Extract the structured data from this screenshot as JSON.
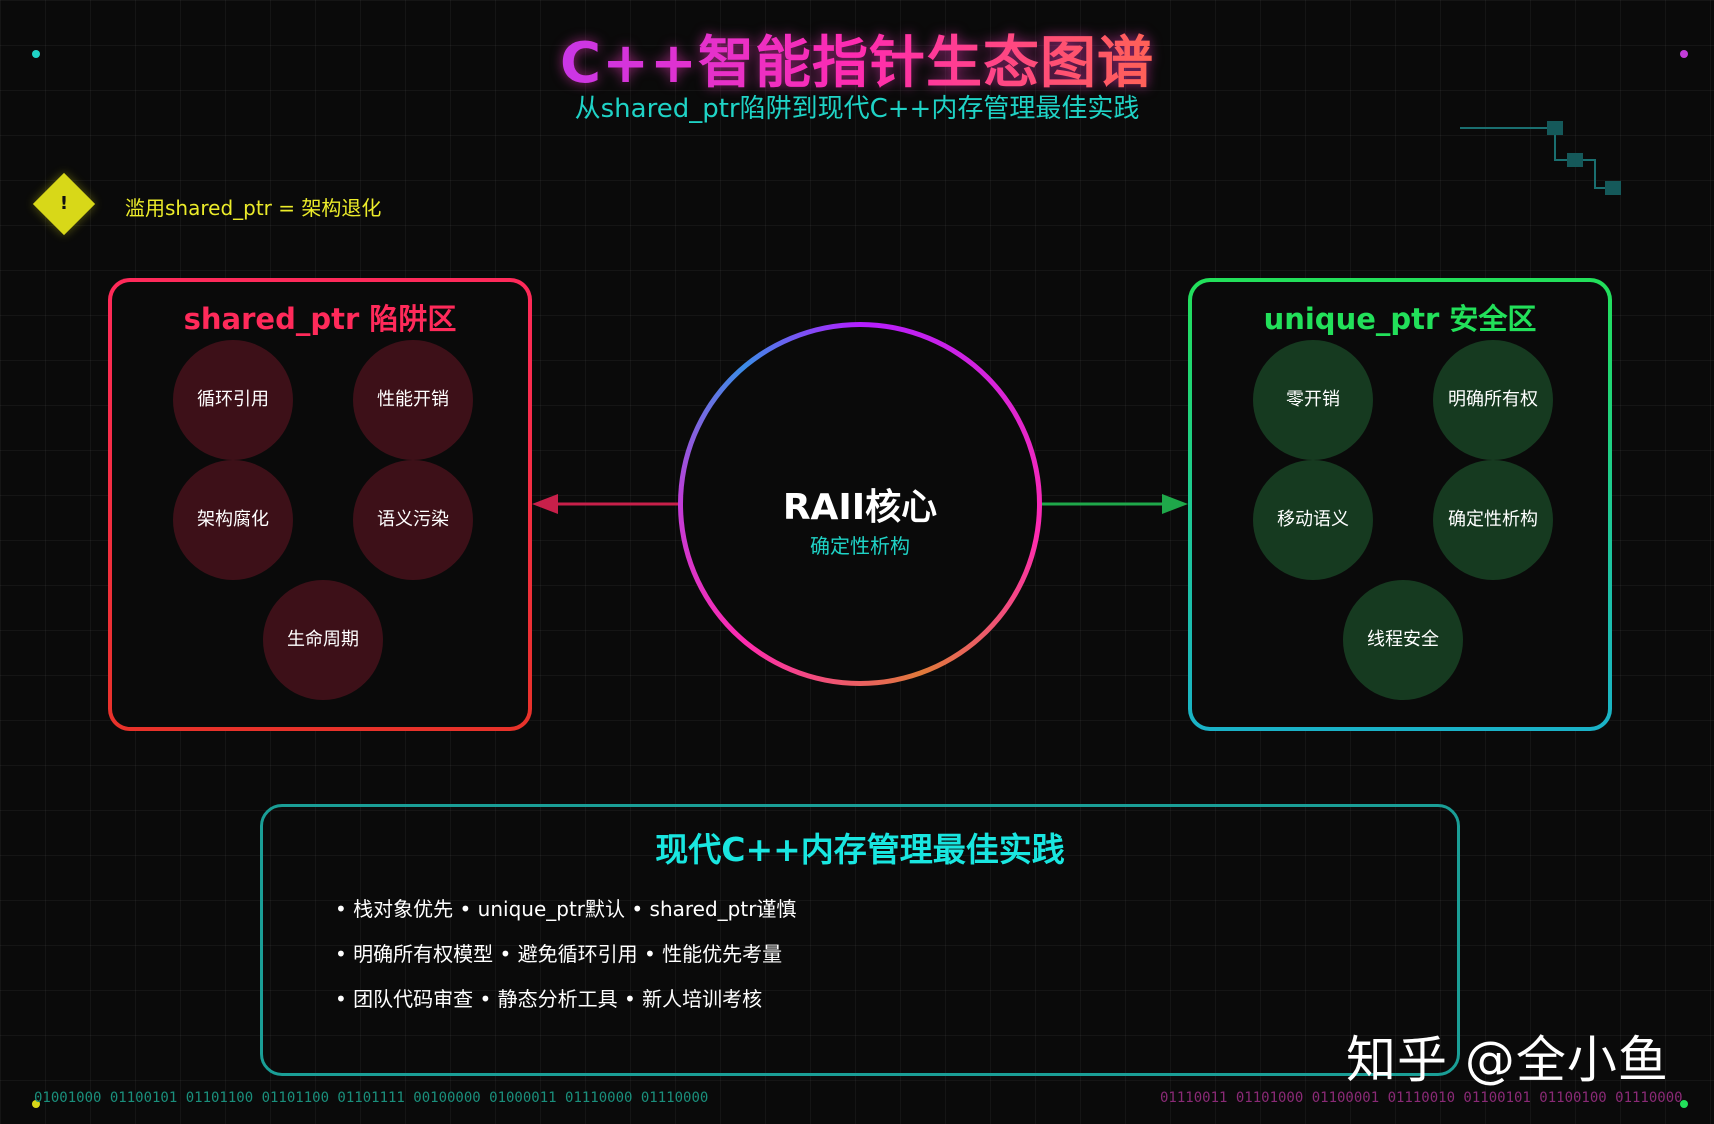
{
  "header": {
    "title": "C++智能指针生态图谱",
    "subtitle": "从shared_ptr陷阱到现代C++内存管理最佳实践"
  },
  "warning": {
    "mark": "!",
    "text": "滥用shared_ptr = 架构退化"
  },
  "shared_zone": {
    "title": "shared_ptr 陷阱区",
    "items": [
      "循环引用",
      "性能开销",
      "架构腐化",
      "语义污染",
      "生命周期"
    ]
  },
  "core": {
    "title": "RAII核心",
    "subtitle": "确定性析构"
  },
  "unique_zone": {
    "title": "unique_ptr 安全区",
    "items": [
      "零开销",
      "明确所有权",
      "移动语义",
      "确定性析构",
      "线程安全"
    ]
  },
  "best_practice": {
    "title": "现代C++内存管理最佳实践",
    "lines": [
      "• 栈对象优先 • unique_ptr默认 • shared_ptr谨慎",
      "• 明确所有权模型 • 避免循环引用 • 性能优先考量",
      "• 团队代码审查 • 静态分析工具 • 新人培训考核"
    ]
  },
  "watermark": "知乎 @全小鱼",
  "binary": {
    "left": "01001000 01100101 01101100 01101100 01101111 00100000 01000011 01110000 01110000",
    "right": "01110011 01101000 01100001 01110010 01100101 01100100 01110000"
  },
  "colors": {
    "danger": "#ff2a5a",
    "safe": "#22e05a",
    "accent": "#1fd3c6",
    "warning": "#d8d818"
  }
}
